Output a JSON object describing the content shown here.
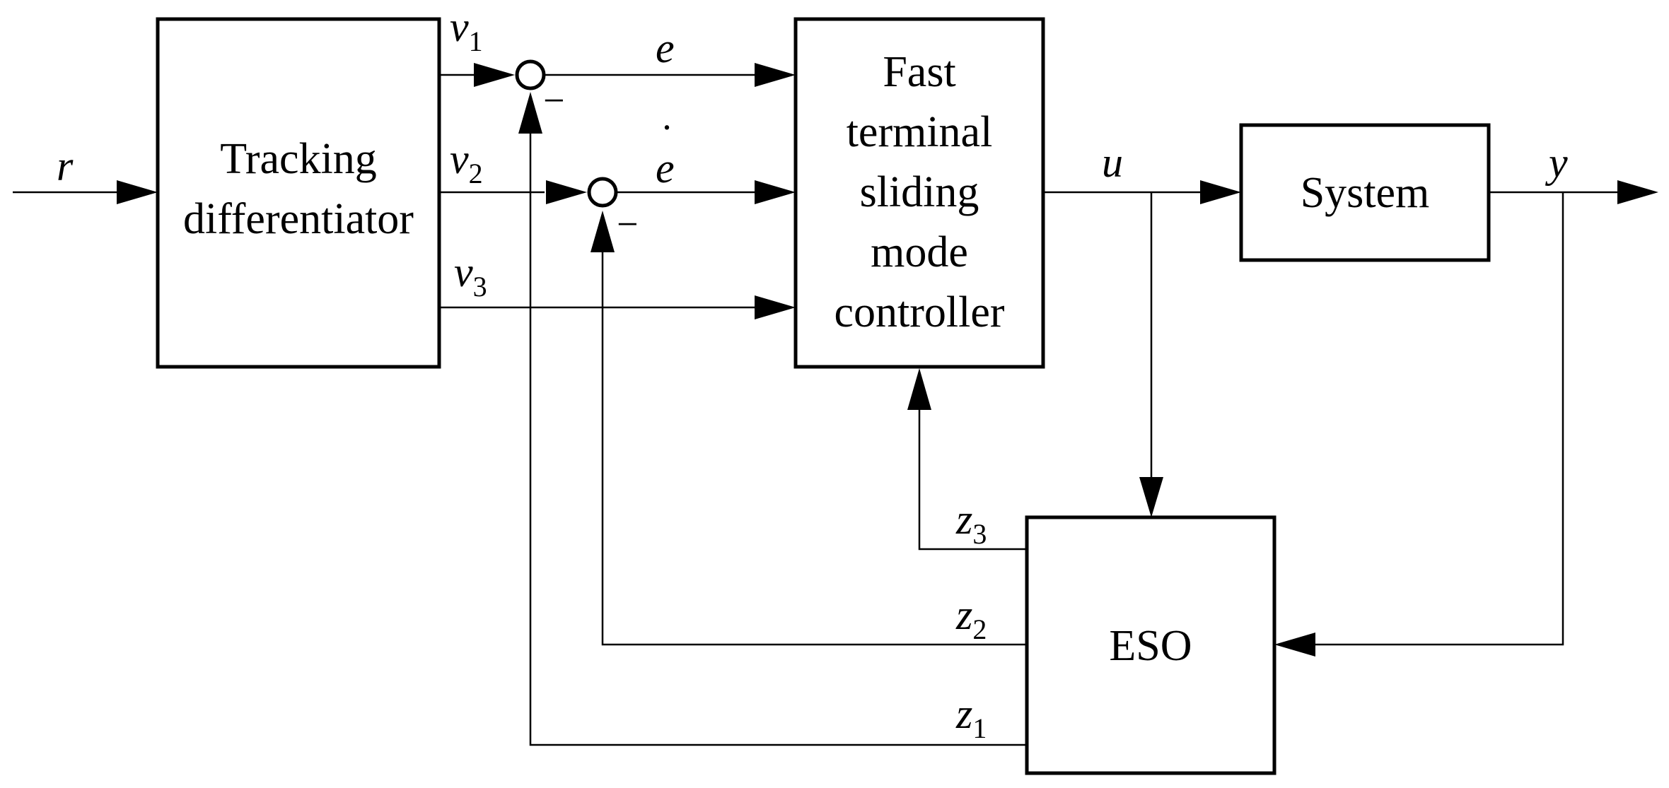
{
  "blocks": {
    "tracking_differentiator": [
      "Tracking",
      "differentiator"
    ],
    "controller": [
      "Fast",
      "terminal",
      "sliding",
      "mode",
      "controller"
    ],
    "system": "System",
    "eso": "ESO"
  },
  "signals": {
    "r": "r",
    "v1": {
      "base": "v",
      "sub": "1"
    },
    "v2": {
      "base": "v",
      "sub": "2"
    },
    "v3": {
      "base": "v",
      "sub": "3"
    },
    "e": "e",
    "e_dot": {
      "base": "e",
      "dot": "·"
    },
    "u": "u",
    "y": "y",
    "z1": {
      "base": "z",
      "sub": "1"
    },
    "z2": {
      "base": "z",
      "sub": "2"
    },
    "z3": {
      "base": "z",
      "sub": "3"
    }
  },
  "junction_signs": {
    "sum1": "−",
    "sum2": "−"
  }
}
